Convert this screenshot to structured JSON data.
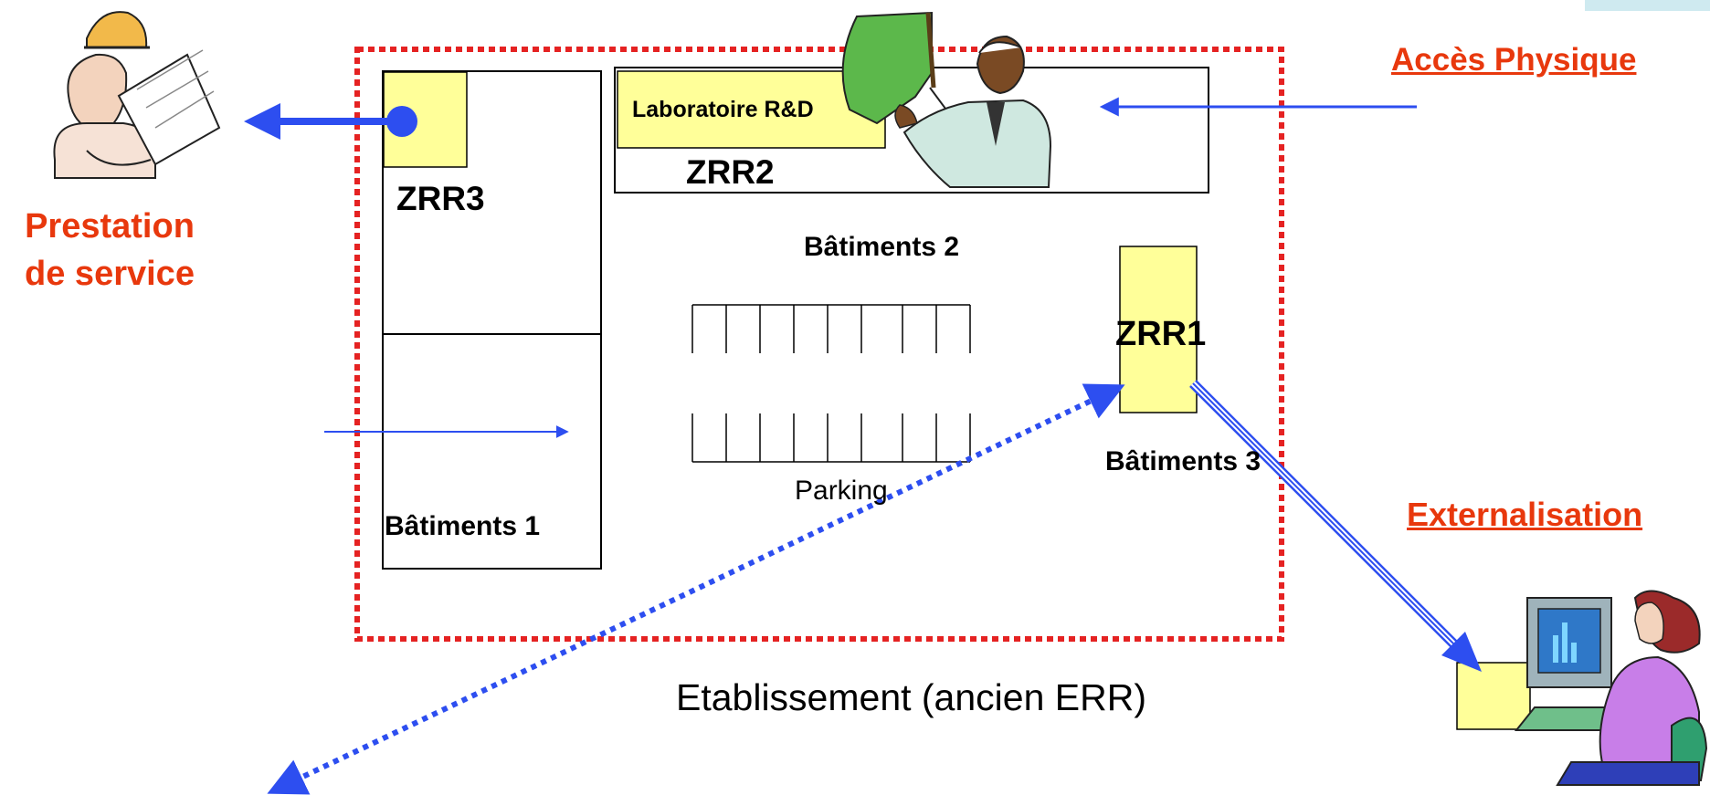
{
  "colors": {
    "accent": "#e8380d",
    "zone_fill": "#ffff99",
    "arrow_blue": "#2d4ef0",
    "perimeter_red": "#e52222"
  },
  "icons": {
    "engineer": "engineer-with-plans-icon",
    "presenter": "presenter-with-board-icon",
    "computer_user": "woman-at-computer-icon"
  },
  "labels": {
    "acces_physique": "Accès Physique",
    "prestation": "Prestation\nde service",
    "externalisation": "Externalisation",
    "laboratoire": "Laboratoire R&D",
    "zrr1": "ZRR1",
    "zrr2": "ZRR2",
    "zrr3": "ZRR3",
    "batiments1": "Bâtiments 1",
    "batiments2": "Bâtiments 2",
    "batiments3": "Bâtiments 3",
    "parking": "Parking",
    "etablissement": "Etablissement (ancien ERR)"
  }
}
